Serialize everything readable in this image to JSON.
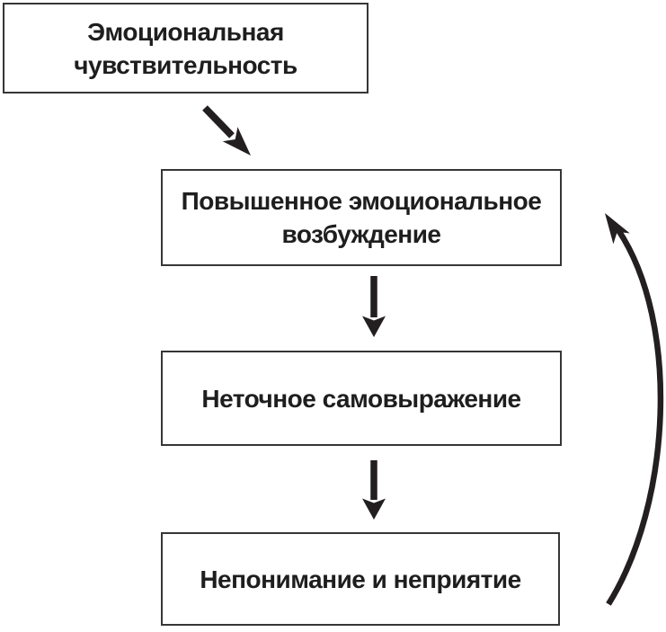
{
  "diagram": {
    "colors": {
      "background": "#ffffff",
      "line": "#231f20",
      "box_border": "#363636",
      "text": "#1e1e1e"
    },
    "nodes": [
      {
        "id": "emotional-sensitivity",
        "label": "Эмоциональная\nчувствительность"
      },
      {
        "id": "heightened-emotional-arousal",
        "label": "Повышенное эмоциональное\nвозбуждение"
      },
      {
        "id": "inaccurate-self-expression",
        "label": "Неточное самовыражение"
      },
      {
        "id": "misunderstanding-rejection",
        "label": "Непонимание и неприятие"
      }
    ],
    "connectors": [
      {
        "from": "emotional-sensitivity",
        "to": "heightened-emotional-arousal",
        "style": "straight-diagonal"
      },
      {
        "from": "heightened-emotional-arousal",
        "to": "inaccurate-self-expression",
        "style": "straight-vertical"
      },
      {
        "from": "inaccurate-self-expression",
        "to": "misunderstanding-rejection",
        "style": "straight-vertical"
      },
      {
        "from": "misunderstanding-rejection",
        "to": "heightened-emotional-arousal",
        "style": "curved-feedback"
      }
    ]
  }
}
